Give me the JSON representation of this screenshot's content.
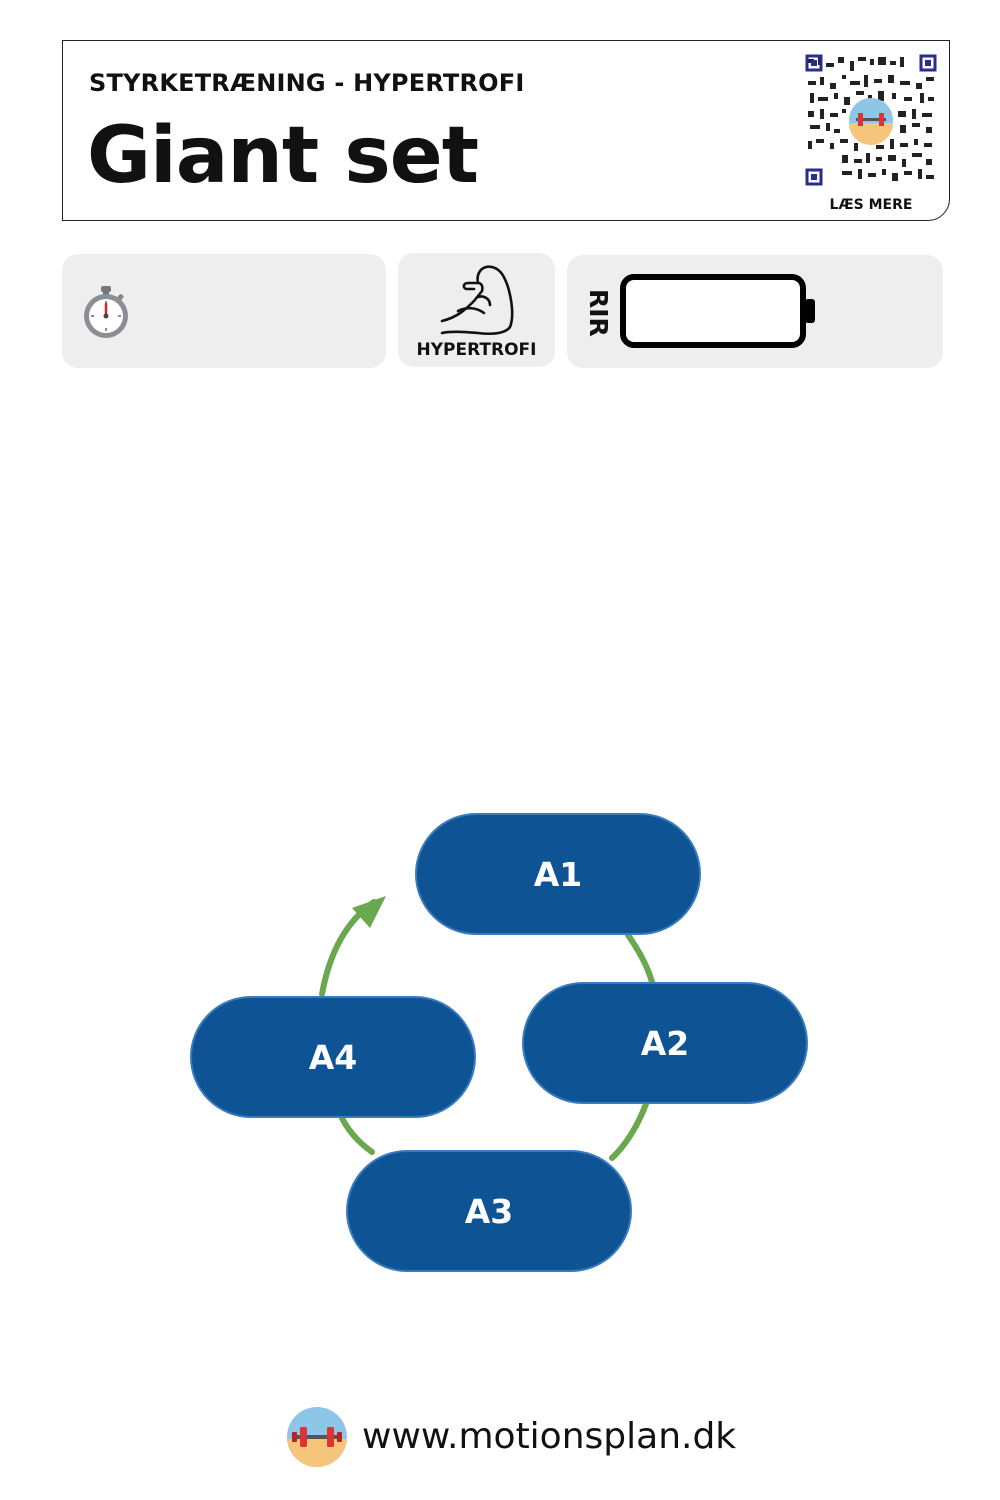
{
  "header": {
    "category": "STYRKETRÆNING - HYPERTROFI",
    "title": "Giant set",
    "qr_caption": "LÆS MERE"
  },
  "cards": {
    "time_icon": "stopwatch-icon",
    "goal_icon": "flexed-arm-icon",
    "goal_label": "HYPERTROFI",
    "rir_label": "RIR",
    "rir_icon": "battery-icon"
  },
  "diagram": {
    "nodes": [
      "A1",
      "A2",
      "A3",
      "A4"
    ],
    "node_color": "#0e5495",
    "arrow_color": "#6aa84f"
  },
  "footer": {
    "logo_icon": "dumbbell-logo-icon",
    "website": "www.motionsplan.dk"
  }
}
